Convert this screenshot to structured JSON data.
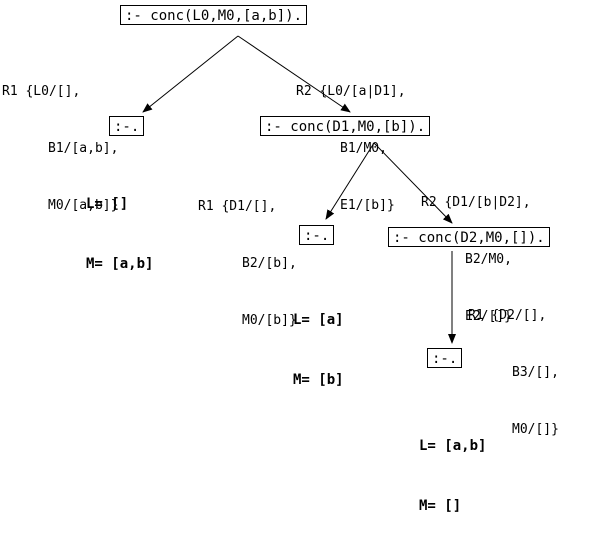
{
  "nodes": {
    "root": ":- conc(L0,M0,[a,b]).",
    "n1": ":-.",
    "n2": ":- conc(D1,M0,[b]).",
    "n3": ":-.",
    "n4": ":- conc(D2,M0,[]).",
    "n5": ":-."
  },
  "substitutions": {
    "s1": {
      "rule": "R1",
      "lines": [
        "{L0/[],",
        "B1/[a,b],",
        "M0/[a,b]}"
      ]
    },
    "s2": {
      "rule": "R2",
      "lines": [
        "{L0/[a|D1],",
        "B1/M0,",
        "E1/[b]}"
      ]
    },
    "s3": {
      "rule": "R1",
      "lines": [
        "{D1/[],",
        "B2/[b],",
        "M0/[b]}"
      ]
    },
    "s4": {
      "rule": "R2",
      "lines": [
        "{D1/[b|D2],",
        "B2/M0,",
        "E2/[]}"
      ]
    },
    "s5": {
      "rule": "R1",
      "lines": [
        "{D2/[],",
        "B3/[],",
        "M0/[]}"
      ]
    }
  },
  "answers": {
    "a1": {
      "L": "L= []",
      "M": "M= [a,b]"
    },
    "a2": {
      "L": "L= [a]",
      "M": "M= [b]"
    },
    "a3": {
      "L": "L= [a,b]",
      "M": "M= []"
    }
  }
}
